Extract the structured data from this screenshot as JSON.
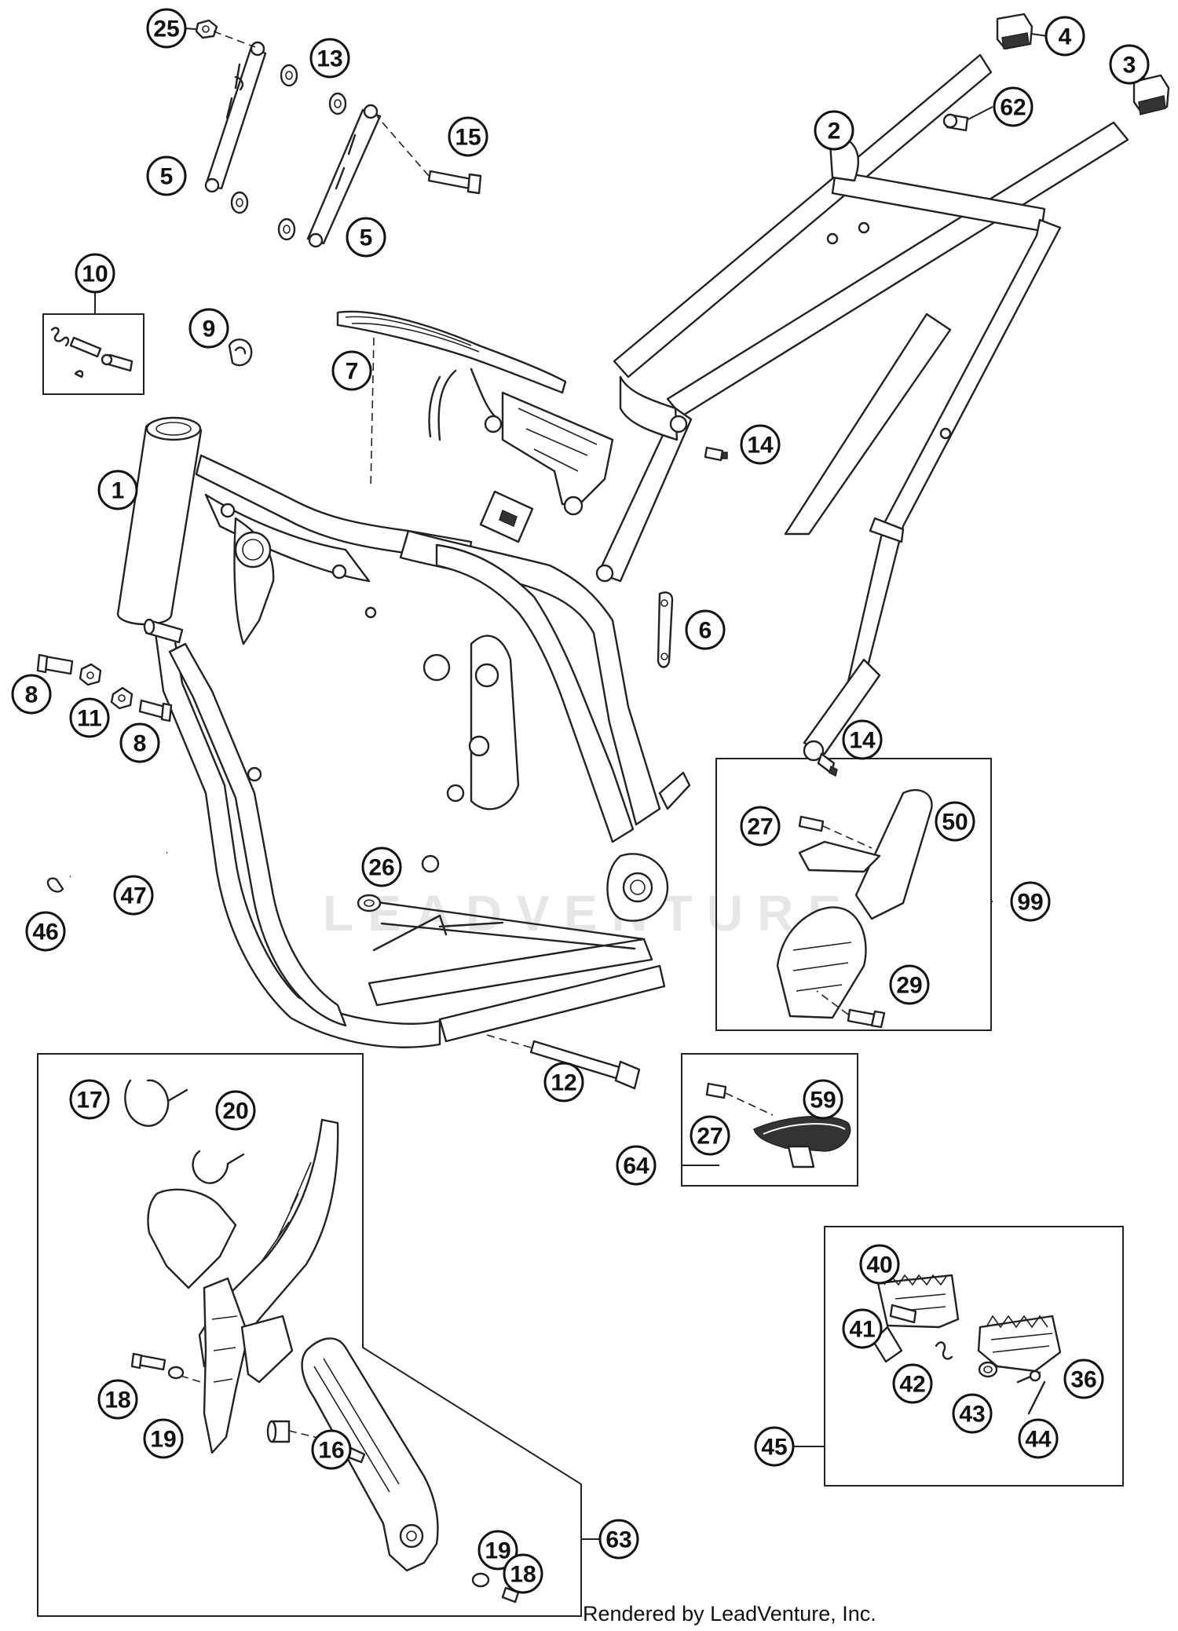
{
  "watermark": "LEADVENTURE",
  "footer": {
    "credit": "Rendered by LeadVenture, Inc."
  },
  "callouts": [
    {
      "id": "c25a",
      "label": "25"
    },
    {
      "id": "c13",
      "label": "13"
    },
    {
      "id": "c4",
      "label": "4"
    },
    {
      "id": "c3",
      "label": "3"
    },
    {
      "id": "c62",
      "label": "62"
    },
    {
      "id": "c2",
      "label": "2"
    },
    {
      "id": "c15",
      "label": "15"
    },
    {
      "id": "c5a",
      "label": "5"
    },
    {
      "id": "c5b",
      "label": "5"
    },
    {
      "id": "c10",
      "label": "10"
    },
    {
      "id": "c9",
      "label": "9"
    },
    {
      "id": "c7",
      "label": "7"
    },
    {
      "id": "c14a",
      "label": "14"
    },
    {
      "id": "c1",
      "label": "1"
    },
    {
      "id": "c6",
      "label": "6"
    },
    {
      "id": "c8a",
      "label": "8"
    },
    {
      "id": "c11",
      "label": "11"
    },
    {
      "id": "c8b",
      "label": "8"
    },
    {
      "id": "c14b",
      "label": "14"
    },
    {
      "id": "c27a",
      "label": "27"
    },
    {
      "id": "c50",
      "label": "50"
    },
    {
      "id": "c99",
      "label": "99"
    },
    {
      "id": "c26",
      "label": "26"
    },
    {
      "id": "c47",
      "label": "47"
    },
    {
      "id": "c46",
      "label": "46"
    },
    {
      "id": "c29",
      "label": "29"
    },
    {
      "id": "c12",
      "label": "12"
    },
    {
      "id": "c17",
      "label": "17"
    },
    {
      "id": "c20",
      "label": "20"
    },
    {
      "id": "c59",
      "label": "59"
    },
    {
      "id": "c27b",
      "label": "27"
    },
    {
      "id": "c64",
      "label": "64"
    },
    {
      "id": "c40",
      "label": "40"
    },
    {
      "id": "c41",
      "label": "41"
    },
    {
      "id": "c36",
      "label": "36"
    },
    {
      "id": "c42",
      "label": "42"
    },
    {
      "id": "c18a",
      "label": "18"
    },
    {
      "id": "c43",
      "label": "43"
    },
    {
      "id": "c44",
      "label": "44"
    },
    {
      "id": "c45",
      "label": "45"
    },
    {
      "id": "c19a",
      "label": "19"
    },
    {
      "id": "c16",
      "label": "16"
    },
    {
      "id": "c63",
      "label": "63"
    },
    {
      "id": "c19b",
      "label": "19"
    },
    {
      "id": "c18b",
      "label": "18"
    }
  ]
}
